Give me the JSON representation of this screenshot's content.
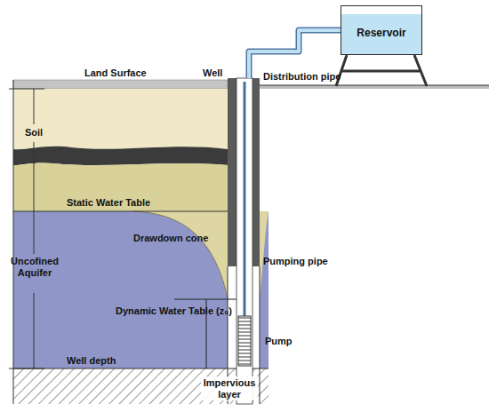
{
  "diagram": {
    "nodes": [
      {
        "text": [
          "Reservoir"
        ]
      }
    ],
    "edges": [],
    "labels": [
      "Land Surface",
      "Well",
      "Distribution pipe",
      "Soil",
      "Static Water Table",
      "Drawdown cone",
      "Pumping pipe",
      "Uncofined Aquifer",
      "Dynamic Water Table (z₀)",
      "Pump",
      "Well depth",
      "Impervious layer"
    ]
  }
}
